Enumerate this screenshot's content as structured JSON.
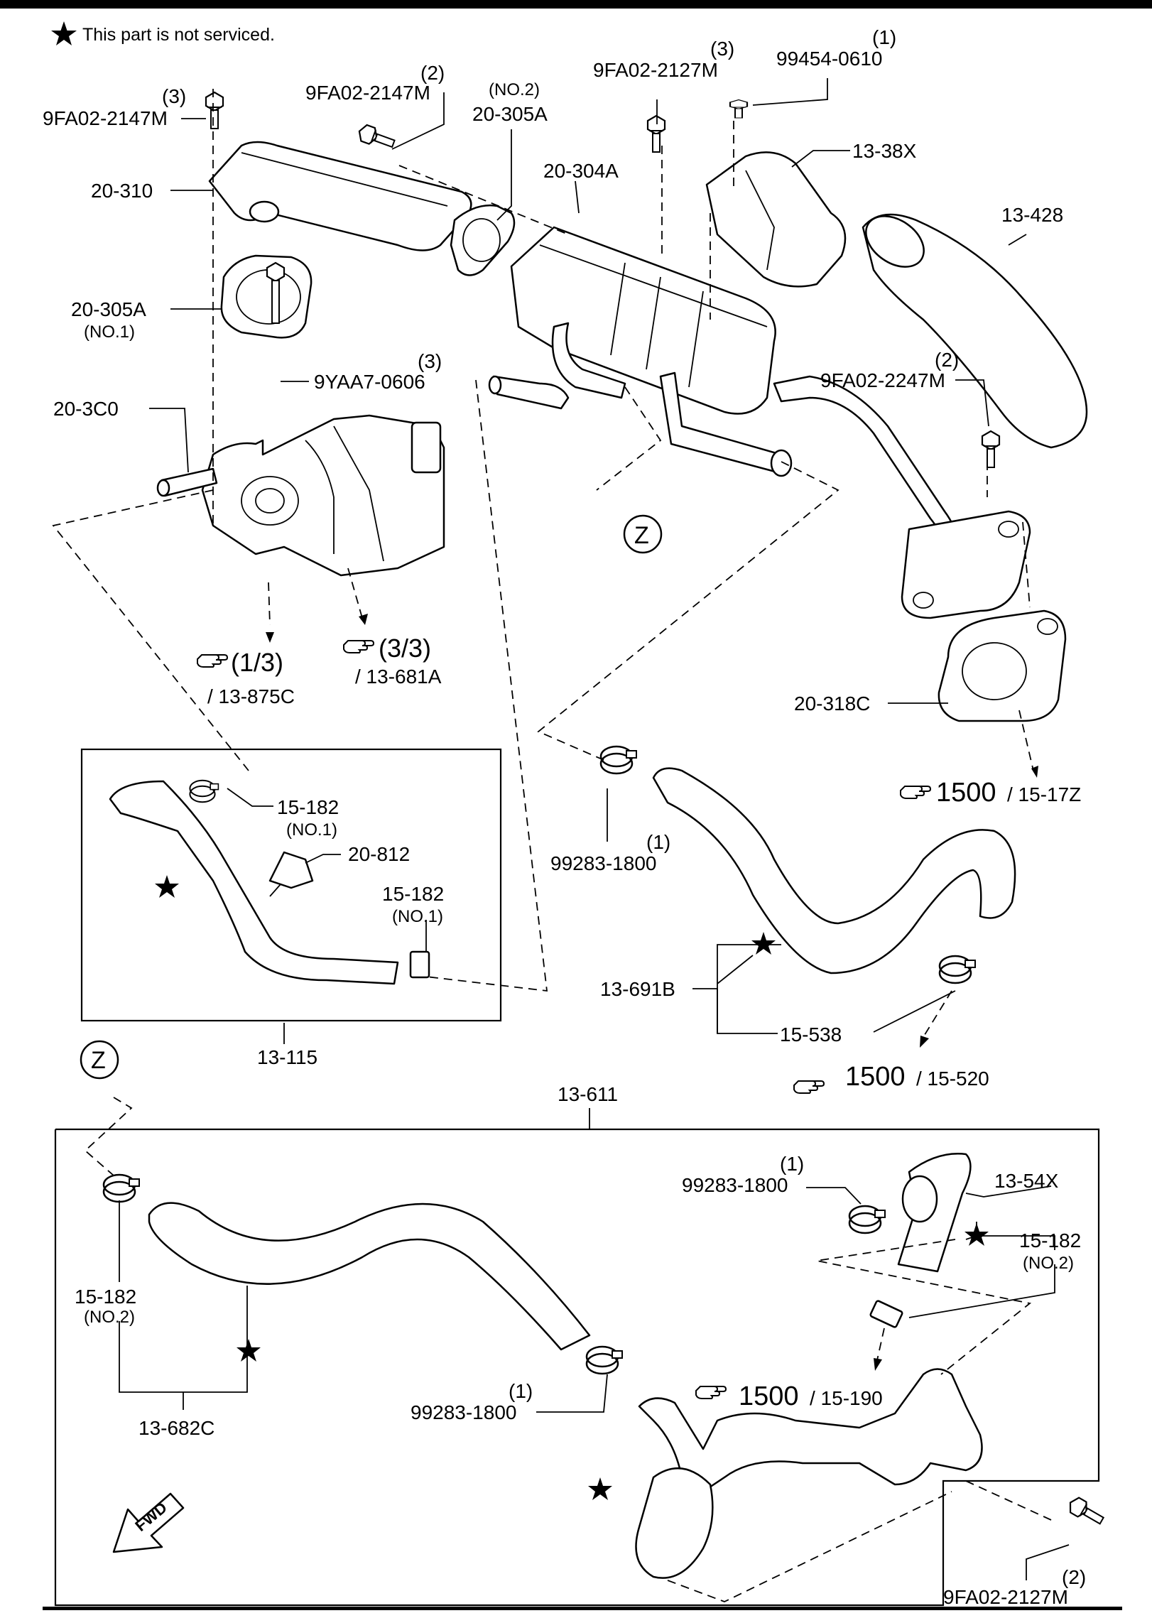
{
  "legend_note": "This part is not serviced.",
  "labels": {
    "l_9fa02_2147m_a": "9FA02-2147M",
    "q_9fa02_2147m_a": "(3)",
    "l_9fa02_2147m_b": "9FA02-2147M",
    "q_9fa02_2147m_b": "(2)",
    "l_20_305a_no2": "20-305A",
    "n_20_305a_no2": "(NO.2)",
    "l_9fa02_2127m_a": "9FA02-2127M",
    "q_9fa02_2127m_a": "(3)",
    "l_99454_0610": "99454-0610",
    "q_99454_0610": "(1)",
    "l_20_310": "20-310",
    "l_20_304a": "20-304A",
    "l_13_38x": "13-38X",
    "l_13_428": "13-428",
    "l_20_305a_no1": "20-305A",
    "n_20_305a_no1": "(NO.1)",
    "l_9yaa7_0606": "9YAA7-0606",
    "q_9yaa7_0606": "(3)",
    "l_9fa02_2247m": "9FA02-2247M",
    "q_9fa02_2247m": "(2)",
    "l_20_3c0": "20-3C0",
    "l_z_top": "Z",
    "ref_1_3_big": "(1/3)",
    "ref_1_3_small": "/ 13-875C",
    "ref_3_3_big": "(3/3)",
    "ref_3_3_small": "/ 13-681A",
    "l_20_318c": "20-318C",
    "ref_17z_big": "1500",
    "ref_17z_small": "/ 15-17Z",
    "l_15_182_no1_a": "15-182",
    "n_15_182_no1_a": "(NO.1)",
    "l_20_812": "20-812",
    "l_15_182_no1_b": "15-182",
    "n_15_182_no1_b": "(NO.1)",
    "l_99283_1800_a": "99283-1800",
    "q_99283_1800_a": "(1)",
    "l_13_691b": "13-691B",
    "l_15_538": "15-538",
    "ref_520_big": "1500",
    "ref_520_small": "/ 15-520",
    "l_13_115": "13-115",
    "l_z_bottom": "Z",
    "l_13_611": "13-611",
    "l_99283_1800_b": "99283-1800",
    "q_99283_1800_b": "(1)",
    "l_13_54x": "13-54X",
    "l_15_182_no2_a": "15-182",
    "n_15_182_no2_a": "(NO.2)",
    "l_15_182_no2_b": "15-182",
    "n_15_182_no2_b": "(NO.2)",
    "l_13_682c": "13-682C",
    "ref_190_big": "1500",
    "ref_190_small": "/ 15-190",
    "l_99283_1800_c": "99283-1800",
    "q_99283_1800_c": "(1)",
    "l_fwd": "FWD",
    "l_9fa02_2127m_b": "9FA02-2127M",
    "q_9fa02_2127m_b": "(2)"
  }
}
